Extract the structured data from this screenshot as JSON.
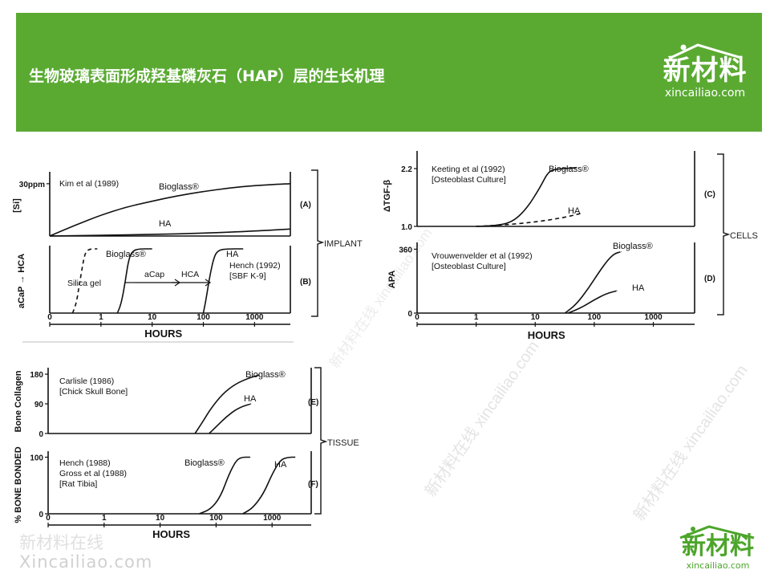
{
  "header": {
    "title": "生物玻璃表面形成羟基磷灰石（HAP）层的生长机理",
    "background": "#5aaa32",
    "logo_cn": "新材料",
    "logo_en": "xincailiao.com"
  },
  "footer": {
    "watermark_cn": "新材料在线",
    "watermark_en": "Xincailiao.com",
    "logo_cn": "新材料",
    "logo_en": "xincailiao.com",
    "logo_color": "#4ca52a"
  },
  "watermarks": [
    "新材料在线 xincailiao.com",
    "新材料在线 xincailiao.com",
    "新材料在线 xincailiao.com"
  ],
  "group_labels": {
    "implant": "IMPLANT",
    "cells": "CELLS",
    "tissue": "TISSUE"
  },
  "chart_data": [
    {
      "id": "A",
      "panel_label": "(A)",
      "type": "line",
      "ylabel": "[Si]",
      "ytick_labels": [
        "30ppm"
      ],
      "ytick_values": [
        30
      ],
      "ylim": [
        0,
        35
      ],
      "xscale": "log",
      "xlim": [
        0.1,
        5000
      ],
      "citation": [
        "Kim et al (1989)"
      ],
      "series": [
        {
          "name": "Bioglass®",
          "x": [
            0.1,
            0.3,
            1,
            3,
            10,
            30,
            100,
            300,
            1000,
            5000
          ],
          "y": [
            0,
            6,
            12,
            16.5,
            20,
            23,
            25.5,
            27.5,
            29,
            30
          ]
        },
        {
          "name": "HA",
          "x": [
            0.1,
            1,
            10,
            100,
            1000,
            5000
          ],
          "y": [
            0,
            0.4,
            0.9,
            1.6,
            2.8,
            4
          ]
        }
      ]
    },
    {
      "id": "B",
      "panel_label": "(B)",
      "type": "line",
      "ylabel": "aCaP → HCA",
      "ylim": [
        0,
        1
      ],
      "xlabel": "HOURS",
      "xscale": "log",
      "xlim": [
        0.1,
        5000
      ],
      "xtick_labels": [
        "0",
        "1",
        "10",
        "100",
        "1000"
      ],
      "xtick_values": [
        0.1,
        1,
        10,
        100,
        1000
      ],
      "citation": [
        "Hench (1992)",
        "[SBF K-9]"
      ],
      "annotations": [
        "Silica gel",
        "aCap",
        "HCA"
      ],
      "series": [
        {
          "name": "Silica gel",
          "style": "dashed",
          "x": [
            0.28,
            0.33,
            0.38,
            0.45,
            0.5,
            0.6,
            0.85
          ],
          "y": [
            0,
            0.15,
            0.45,
            0.8,
            0.95,
            1,
            1
          ]
        },
        {
          "name": "Bioglass®",
          "x": [
            2.1,
            2.5,
            3,
            3.5,
            4.2,
            5.5,
            10
          ],
          "y": [
            0,
            0.15,
            0.5,
            0.85,
            0.97,
            1,
            1
          ]
        },
        {
          "name": "HA",
          "x": [
            100,
            115,
            135,
            165,
            200,
            280,
            600
          ],
          "y": [
            0,
            0.25,
            0.6,
            0.9,
            0.98,
            1,
            1
          ]
        }
      ]
    },
    {
      "id": "C",
      "panel_label": "(C)",
      "type": "line",
      "ylabel": "ΔTGF-β",
      "ytick_labels": [
        "2.2",
        "1.0"
      ],
      "ytick_values": [
        2.2,
        1.0
      ],
      "ylim": [
        1.0,
        2.5
      ],
      "xscale": "log",
      "xlim": [
        0.1,
        5000
      ],
      "citation": [
        "Keeting et al (1992)",
        "[Osteoblast Culture]"
      ],
      "series": [
        {
          "name": "Bioglass®",
          "x": [
            1,
            2,
            4,
            7,
            12,
            16,
            20,
            30,
            50
          ],
          "y": [
            1.0,
            1.01,
            1.08,
            1.35,
            1.8,
            2.1,
            2.18,
            2.2,
            2.22
          ]
        },
        {
          "name": "HA",
          "style": "dashed",
          "x": [
            1,
            3,
            10,
            30,
            60
          ],
          "y": [
            1.0,
            1.03,
            1.09,
            1.18,
            1.27
          ]
        }
      ]
    },
    {
      "id": "D",
      "panel_label": "(D)",
      "type": "line",
      "ylabel": "APA",
      "ytick_labels": [
        "360",
        "0"
      ],
      "ytick_values": [
        360,
        0
      ],
      "ylim": [
        0,
        380
      ],
      "xlabel": "HOURS",
      "xscale": "log",
      "xlim": [
        0.1,
        5000
      ],
      "xtick_labels": [
        "0",
        "1",
        "10",
        "100",
        "1000"
      ],
      "xtick_values": [
        0.1,
        1,
        10,
        100,
        1000
      ],
      "citation": [
        "Vrouwenvelder et al (1992)",
        "[Osteoblast Culture]"
      ],
      "series": [
        {
          "name": "Bioglass®",
          "x": [
            32,
            50,
            80,
            120,
            170,
            220,
            280
          ],
          "y": [
            0,
            50,
            140,
            230,
            300,
            335,
            345
          ]
        },
        {
          "name": "HA",
          "x": [
            36,
            60,
            100,
            160,
            240
          ],
          "y": [
            0,
            30,
            75,
            110,
            125
          ]
        }
      ]
    },
    {
      "id": "E",
      "panel_label": "(E)",
      "type": "line",
      "ylabel": "Bone Collagen",
      "ytick_labels": [
        "180",
        "90",
        "0"
      ],
      "ytick_values": [
        180,
        90,
        0
      ],
      "ylim": [
        0,
        190
      ],
      "xscale": "log",
      "xlim": [
        0.1,
        5000
      ],
      "citation": [
        "Carlisle (1986)",
        "[Chick Skull Bone]"
      ],
      "series": [
        {
          "name": "Bioglass®",
          "x": [
            42,
            55,
            80,
            130,
            220,
            380,
            600
          ],
          "y": [
            0,
            30,
            75,
            120,
            150,
            168,
            178
          ]
        },
        {
          "name": "HA",
          "x": [
            75,
            100,
            150,
            250,
            420
          ],
          "y": [
            0,
            20,
            50,
            78,
            90
          ]
        }
      ]
    },
    {
      "id": "F",
      "panel_label": "(F)",
      "type": "line",
      "ylabel": "% BONE BONDED",
      "ytick_labels": [
        "100",
        "0"
      ],
      "ytick_values": [
        100,
        0
      ],
      "ylim": [
        0,
        105
      ],
      "xlabel": "HOURS",
      "xscale": "log",
      "xlim": [
        0.1,
        5000
      ],
      "xtick_labels": [
        "0",
        "1",
        "10",
        "100",
        "1000"
      ],
      "xtick_values": [
        0.1,
        1,
        10,
        100,
        1000
      ],
      "citation": [
        "Hench (1988)",
        "Gross et al (1988)",
        "[Rat Tibia]"
      ],
      "series": [
        {
          "name": "Bioglass®",
          "x": [
            50,
            80,
            120,
            170,
            230,
            290,
            400
          ],
          "y": [
            0,
            8,
            30,
            70,
            95,
            100,
            100
          ]
        },
        {
          "name": "HA",
          "x": [
            300,
            450,
            700,
            1000,
            1400,
            1900,
            2600
          ],
          "y": [
            0,
            10,
            35,
            70,
            95,
            100,
            100
          ]
        }
      ]
    }
  ]
}
